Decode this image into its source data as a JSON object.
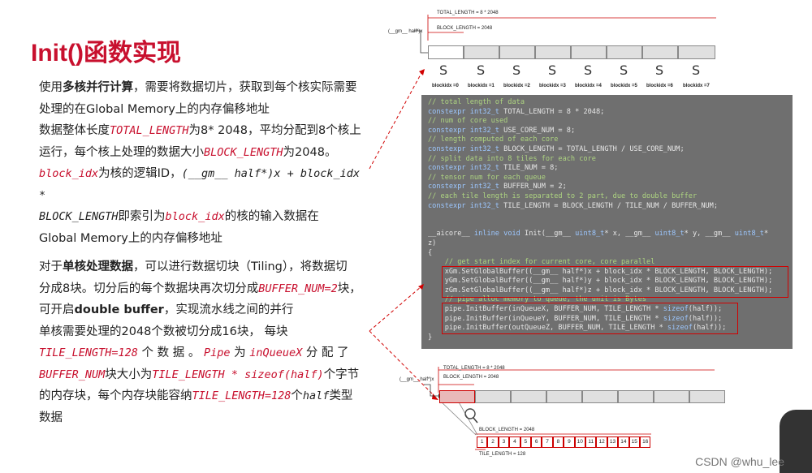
{
  "slide": {
    "title": "Init()函数实现",
    "p1": {
      "l1a": "使用",
      "l1b": "多核并行计算",
      "l1c": "，需要将数据切片，获取到每个核实际需要",
      "l2": "处理的在Global Memory上的内存偏移地址",
      "l3a": "数据整体长度",
      "l3b": "TOTAL_LENGTH",
      "l3c": "为8* 2048，平均分配到8个核上",
      "l4a": "运行，每个核上处理的数据大小",
      "l4b": "BLOCK_LENGTH",
      "l4c": "为2048。",
      "l5a": "block_idx",
      "l5b": "为核的逻辑ID，",
      "l5c": "(__gm__ half*)x + block_idx *",
      "l6a": "BLOCK_LENGTH",
      "l6b": "即索引为",
      "l6c": "block_idx",
      "l6d": "的核的输入数据在",
      "l7": "Global Memory上的内存偏移地址"
    },
    "p2": {
      "l1a": "对于",
      "l1b": "单核处理数据",
      "l1c": "，可以进行数据切块（Tiling），将数据切",
      "l2a": "分成8块。切分后的每个数据块再次切分成",
      "l2b": "BUFFER_NUM=2",
      "l2c": "块，",
      "l3a": "可开启",
      "l3b": "double buffer",
      "l3c": "，实现流水线之间的并行",
      "l4": "单核需要处理的2048个数被切分成16块， 每块",
      "l5a": "TILE_LENGTH=128",
      "l5b": " 个 数 据 。 ",
      "l5c": "Pipe",
      "l5d": " 为 ",
      "l5e": "inQueueX",
      "l5f": " 分 配 了",
      "l6a": "BUFFER_NUM",
      "l6b": "块大小为",
      "l6c": "TILE_LENGTH * sizeof(half)",
      "l6d": "个字节",
      "l7a": "的内存块，每个内存块能容纳",
      "l7b": "TILE_LENGTH=128",
      "l7c": "个",
      "l7d": "half",
      "l7e": "类型",
      "l8": "数据"
    }
  },
  "diagram_top": {
    "total_label": "TOTAL_LENGTH = 8 * 2048",
    "block_label": "BLOCK_LENGTH = 2048",
    "ptr_label": "(__gm__ half*)x",
    "squiggle": "S",
    "blocks": [
      "blockidx =0",
      "blockidx =1",
      "blockidx =2",
      "blockidx =3",
      "blockidx =4",
      "blockidx =5",
      "blockidx =6",
      "blockidx =7"
    ]
  },
  "diagram_bottom": {
    "total_label": "TOTAL_LENGTH = 8 * 2048",
    "block_label": "BLOCK_LENGTH = 2048",
    "ptr_label": "(__gm__ half*)x",
    "block_label2": "BLOCK_LENGTH = 2048",
    "tile_label": "TILE_LENGTH = 128",
    "tiles": [
      "1",
      "2",
      "3",
      "4",
      "5",
      "6",
      "7",
      "8",
      "9",
      "10",
      "11",
      "12",
      "13",
      "14",
      "15",
      "16"
    ]
  },
  "code": {
    "lines": [
      {
        "cls": "cm",
        "t": "// total length of data"
      },
      {
        "cls": "",
        "t": "constexpr int32_t TOTAL_LENGTH = 8 * 2048;"
      },
      {
        "cls": "cm",
        "t": "// num of core used"
      },
      {
        "cls": "",
        "t": "constexpr int32_t USE_CORE_NUM = 8;"
      },
      {
        "cls": "cm",
        "t": "// length computed of each core"
      },
      {
        "cls": "",
        "t": "constexpr int32_t BLOCK_LENGTH = TOTAL_LENGTH / USE_CORE_NUM;"
      },
      {
        "cls": "cm",
        "t": "// split data into 8 tiles for each core"
      },
      {
        "cls": "",
        "t": "constexpr int32_t TILE_NUM = 8;"
      },
      {
        "cls": "cm",
        "t": "// tensor num for each queue"
      },
      {
        "cls": "",
        "t": "constexpr int32_t BUFFER_NUM = 2;"
      },
      {
        "cls": "cm",
        "t": "// each tile length is separated to 2 part, due to double buffer"
      },
      {
        "cls": "",
        "t": "constexpr int32_t TILE_LENGTH = BLOCK_LENGTH / TILE_NUM / BUFFER_NUM;"
      },
      {
        "cls": "",
        "t": ""
      },
      {
        "cls": "",
        "t": ""
      },
      {
        "cls": "",
        "t": "__aicore__ inline void Init(__gm__ uint8_t* x, __gm__ uint8_t* y, __gm__ uint8_t*"
      },
      {
        "cls": "",
        "t": "z)"
      },
      {
        "cls": "",
        "t": "{"
      },
      {
        "cls": "cm",
        "t": "    // get start index for current core, core parallel"
      },
      {
        "cls": "",
        "t": "    xGm.SetGlobalBuffer((__gm__ half*)x + block_idx * BLOCK_LENGTH, BLOCK_LENGTH);"
      },
      {
        "cls": "",
        "t": "    yGm.SetGlobalBuffer((__gm__ half*)y + block_idx * BLOCK_LENGTH, BLOCK_LENGTH);"
      },
      {
        "cls": "",
        "t": "    zGm.SetGlobalBuffer((__gm__ half*)z + block_idx * BLOCK_LENGTH, BLOCK_LENGTH);"
      },
      {
        "cls": "cm",
        "t": "    // pipe alloc memory to queue, the unit is Bytes"
      },
      {
        "cls": "",
        "t": "    pipe.InitBuffer(inQueueX, BUFFER_NUM, TILE_LENGTH * sizeof(half));"
      },
      {
        "cls": "",
        "t": "    pipe.InitBuffer(inQueueY, BUFFER_NUM, TILE_LENGTH * sizeof(half));"
      },
      {
        "cls": "",
        "t": "    pipe.InitBuffer(outQueueZ, BUFFER_NUM, TILE_LENGTH * sizeof(half));"
      },
      {
        "cls": "",
        "t": "}"
      }
    ]
  },
  "watermark": "CSDN @whu_lee"
}
